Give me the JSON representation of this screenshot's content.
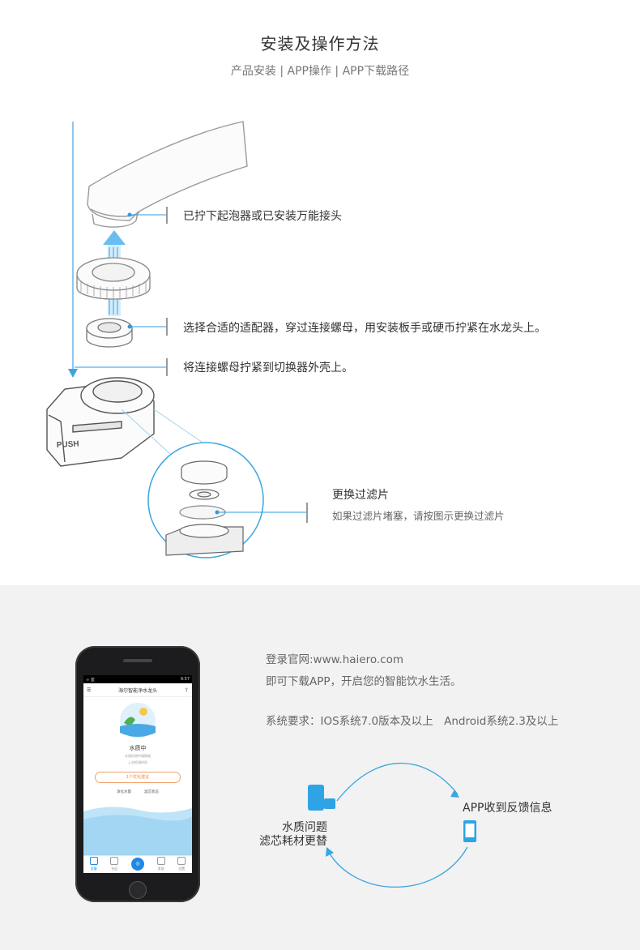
{
  "header": {
    "title": "安装及操作方法",
    "subtitle": "产品安装 | APP操作 | APP下载路径"
  },
  "install": {
    "step1": "已拧下起泡器或已安装万能接头",
    "step2": "选择合适的适配器，穿过连接螺母，用安装板手或硬币拧紧在水龙头上。",
    "step3": "将连接螺母拧紧到切换器外壳上。",
    "filter_title": "更换过滤片",
    "filter_desc": "如果过滤片堵塞，请按图示更换过滤片",
    "push_label": "PUSH"
  },
  "app_section": {
    "website": "登录官网:www.haiero.com",
    "download": "即可下载APP，开启您的智能饮水生活。",
    "requirements": "系统要求：IOS系统7.0版本及以上　Android系统2.3及以上",
    "cycle_right": "APP收到反馈信息",
    "cycle_left_line1": "水质问题",
    "cycle_left_line2": "滤芯耗材更替",
    "accent_color": "#3aa6e0"
  },
  "phone_app": {
    "status_left": "∞ 宜",
    "status_right": "9:57",
    "app_title": "海尔智能净水龙头",
    "status_text": "水质中",
    "status_small1": "水质检测中请稍候",
    "status_small2": "上次检测时间",
    "suggest_button": "1个优化建议",
    "metric_1": "净化水量",
    "metric_2": "滤芯状态",
    "tabs": [
      "设备",
      "社区",
      "",
      "发现",
      "设置"
    ]
  }
}
